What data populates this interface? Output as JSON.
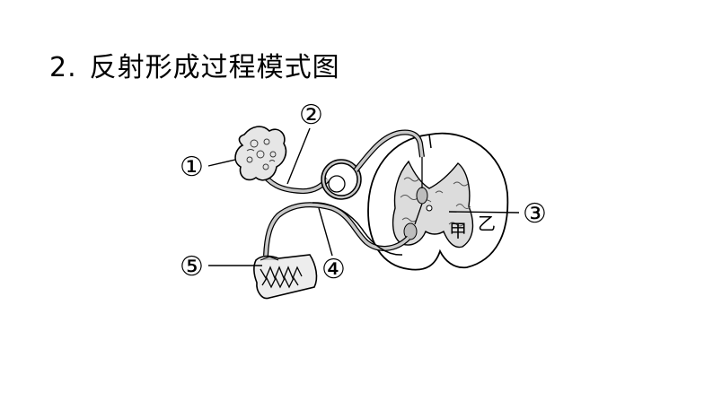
{
  "title": {
    "number": "2.",
    "text": "反射形成过程模式图"
  },
  "labels": {
    "l1": "①",
    "l2": "②",
    "l3": "③",
    "l4": "④",
    "l5": "⑤",
    "jia": "甲",
    "yi": "乙"
  },
  "colors": {
    "line": "#000000",
    "nerve_fill": "#c8c8c8",
    "gray_matter": "#d9d9d9",
    "background": "#ffffff"
  }
}
